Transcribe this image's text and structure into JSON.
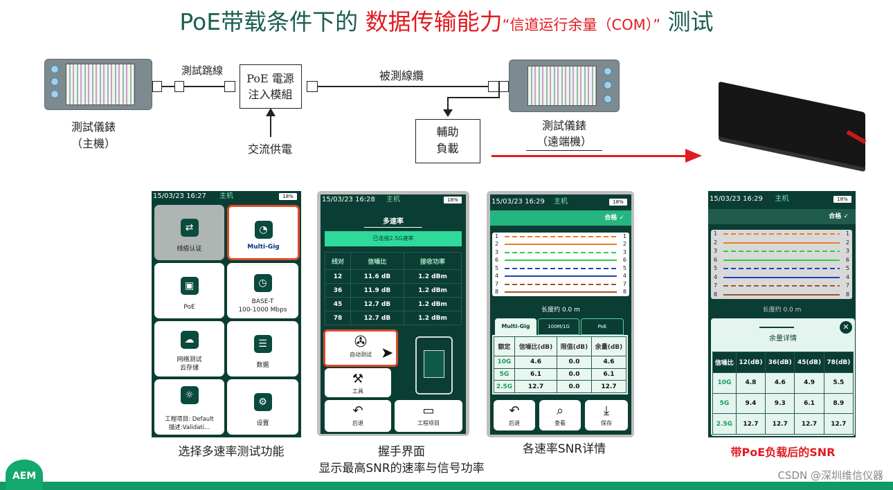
{
  "title": {
    "part1": "PoE带载条件下的 ",
    "part2": "数据传输能力",
    "part3": "“信道运行余量（COM）”",
    "part4": " 测试"
  },
  "diagram": {
    "test_cord": "測試跳線",
    "poe_injector_1": "PoE 電源",
    "poe_injector_2": "注入模組",
    "ac_power": "交流供電",
    "cable_under_test": "被測線纜",
    "aux_load_1": "輔助",
    "aux_load_2": "負載",
    "main_tester": "測試儀錶",
    "main_tester_sub": "（主機）",
    "remote_tester": "測試儀錶",
    "remote_tester_sub": "（遠端機）"
  },
  "status": {
    "p1_time": "15/03/23 16:27",
    "p2_time": "15/03/23 16:28",
    "p3_time": "15/03/23 16:29",
    "p4_time": "15/03/23 16:29",
    "role_main": "主机",
    "battery": "18%"
  },
  "menu": {
    "tile1": "线缆认证",
    "tile2": "Multi-Gig",
    "tile3": "PoE",
    "tile4_1": "BASE-T",
    "tile4_2": "100-1000 Mbps",
    "tile5_1": "网络测试",
    "tile5_2": "云存储",
    "tile6": "数据",
    "tile7_1": "工程项目: Default",
    "tile7_2": "描述:Validati...",
    "tile8": "设置"
  },
  "handshake": {
    "title": "多速率",
    "connected": "已连接2.5G速率",
    "col1": "线对",
    "col2": "信噪比",
    "col3": "接收功率",
    "rows": [
      [
        "12",
        "11.6 dB",
        "1.2 dBm"
      ],
      [
        "36",
        "11.9 dB",
        "1.2 dBm"
      ],
      [
        "45",
        "12.7 dB",
        "1.2 dBm"
      ],
      [
        "78",
        "12.7 dB",
        "1.2 dBm"
      ]
    ],
    "auto_test": "自动测试",
    "tools": "工具",
    "back": "后退",
    "project": "工程项目"
  },
  "rate_details": {
    "pass": "合格",
    "length": "长度约 0.0 m",
    "tabs": [
      "Multi-Gig",
      "100M/1G",
      "PoE"
    ],
    "cols": [
      "额定",
      "信噪比(dB)",
      "限值(dB)",
      "余量(dB)"
    ],
    "rows": [
      [
        "10G",
        "4.6",
        "0.0",
        "4.6"
      ],
      [
        "5G",
        "6.1",
        "0.0",
        "6.1"
      ],
      [
        "2.5G",
        "12.7",
        "0.0",
        "12.7"
      ]
    ],
    "back": "后退",
    "search": "查看",
    "save": "保存"
  },
  "wiremap": {
    "pins": [
      "1",
      "2",
      "3",
      "6",
      "5",
      "4",
      "7",
      "8"
    ],
    "colors": [
      "#e67e22",
      "#e67e22",
      "#2ecc40",
      "#2ecc40",
      "#1f3fbf",
      "#1f3fbf",
      "#a0522d",
      "#a0522d"
    ],
    "dashed": [
      true,
      false,
      true,
      false,
      true,
      false,
      true,
      false
    ]
  },
  "margin": {
    "title": "余量详情",
    "cols": [
      "信噪比",
      "12(dB)",
      "36(dB)",
      "45(dB)",
      "78(dB)"
    ],
    "rows": [
      [
        "10G",
        "4.8",
        "4.6",
        "4.9",
        "5.5"
      ],
      [
        "5G",
        "9.4",
        "9.3",
        "6.1",
        "8.9"
      ],
      [
        "2.5G",
        "12.7",
        "12.7",
        "12.7",
        "12.7"
      ]
    ]
  },
  "captions": {
    "c1": "选择多速率测试功能",
    "c2a": "握手界面",
    "c2b": "显示最高SNR的速率与信号功率",
    "c3": "各速率SNR详情",
    "c4": "带PoE负载后的SNR"
  },
  "logo": "AEM",
  "watermark": "CSDN @深圳维信仪器"
}
